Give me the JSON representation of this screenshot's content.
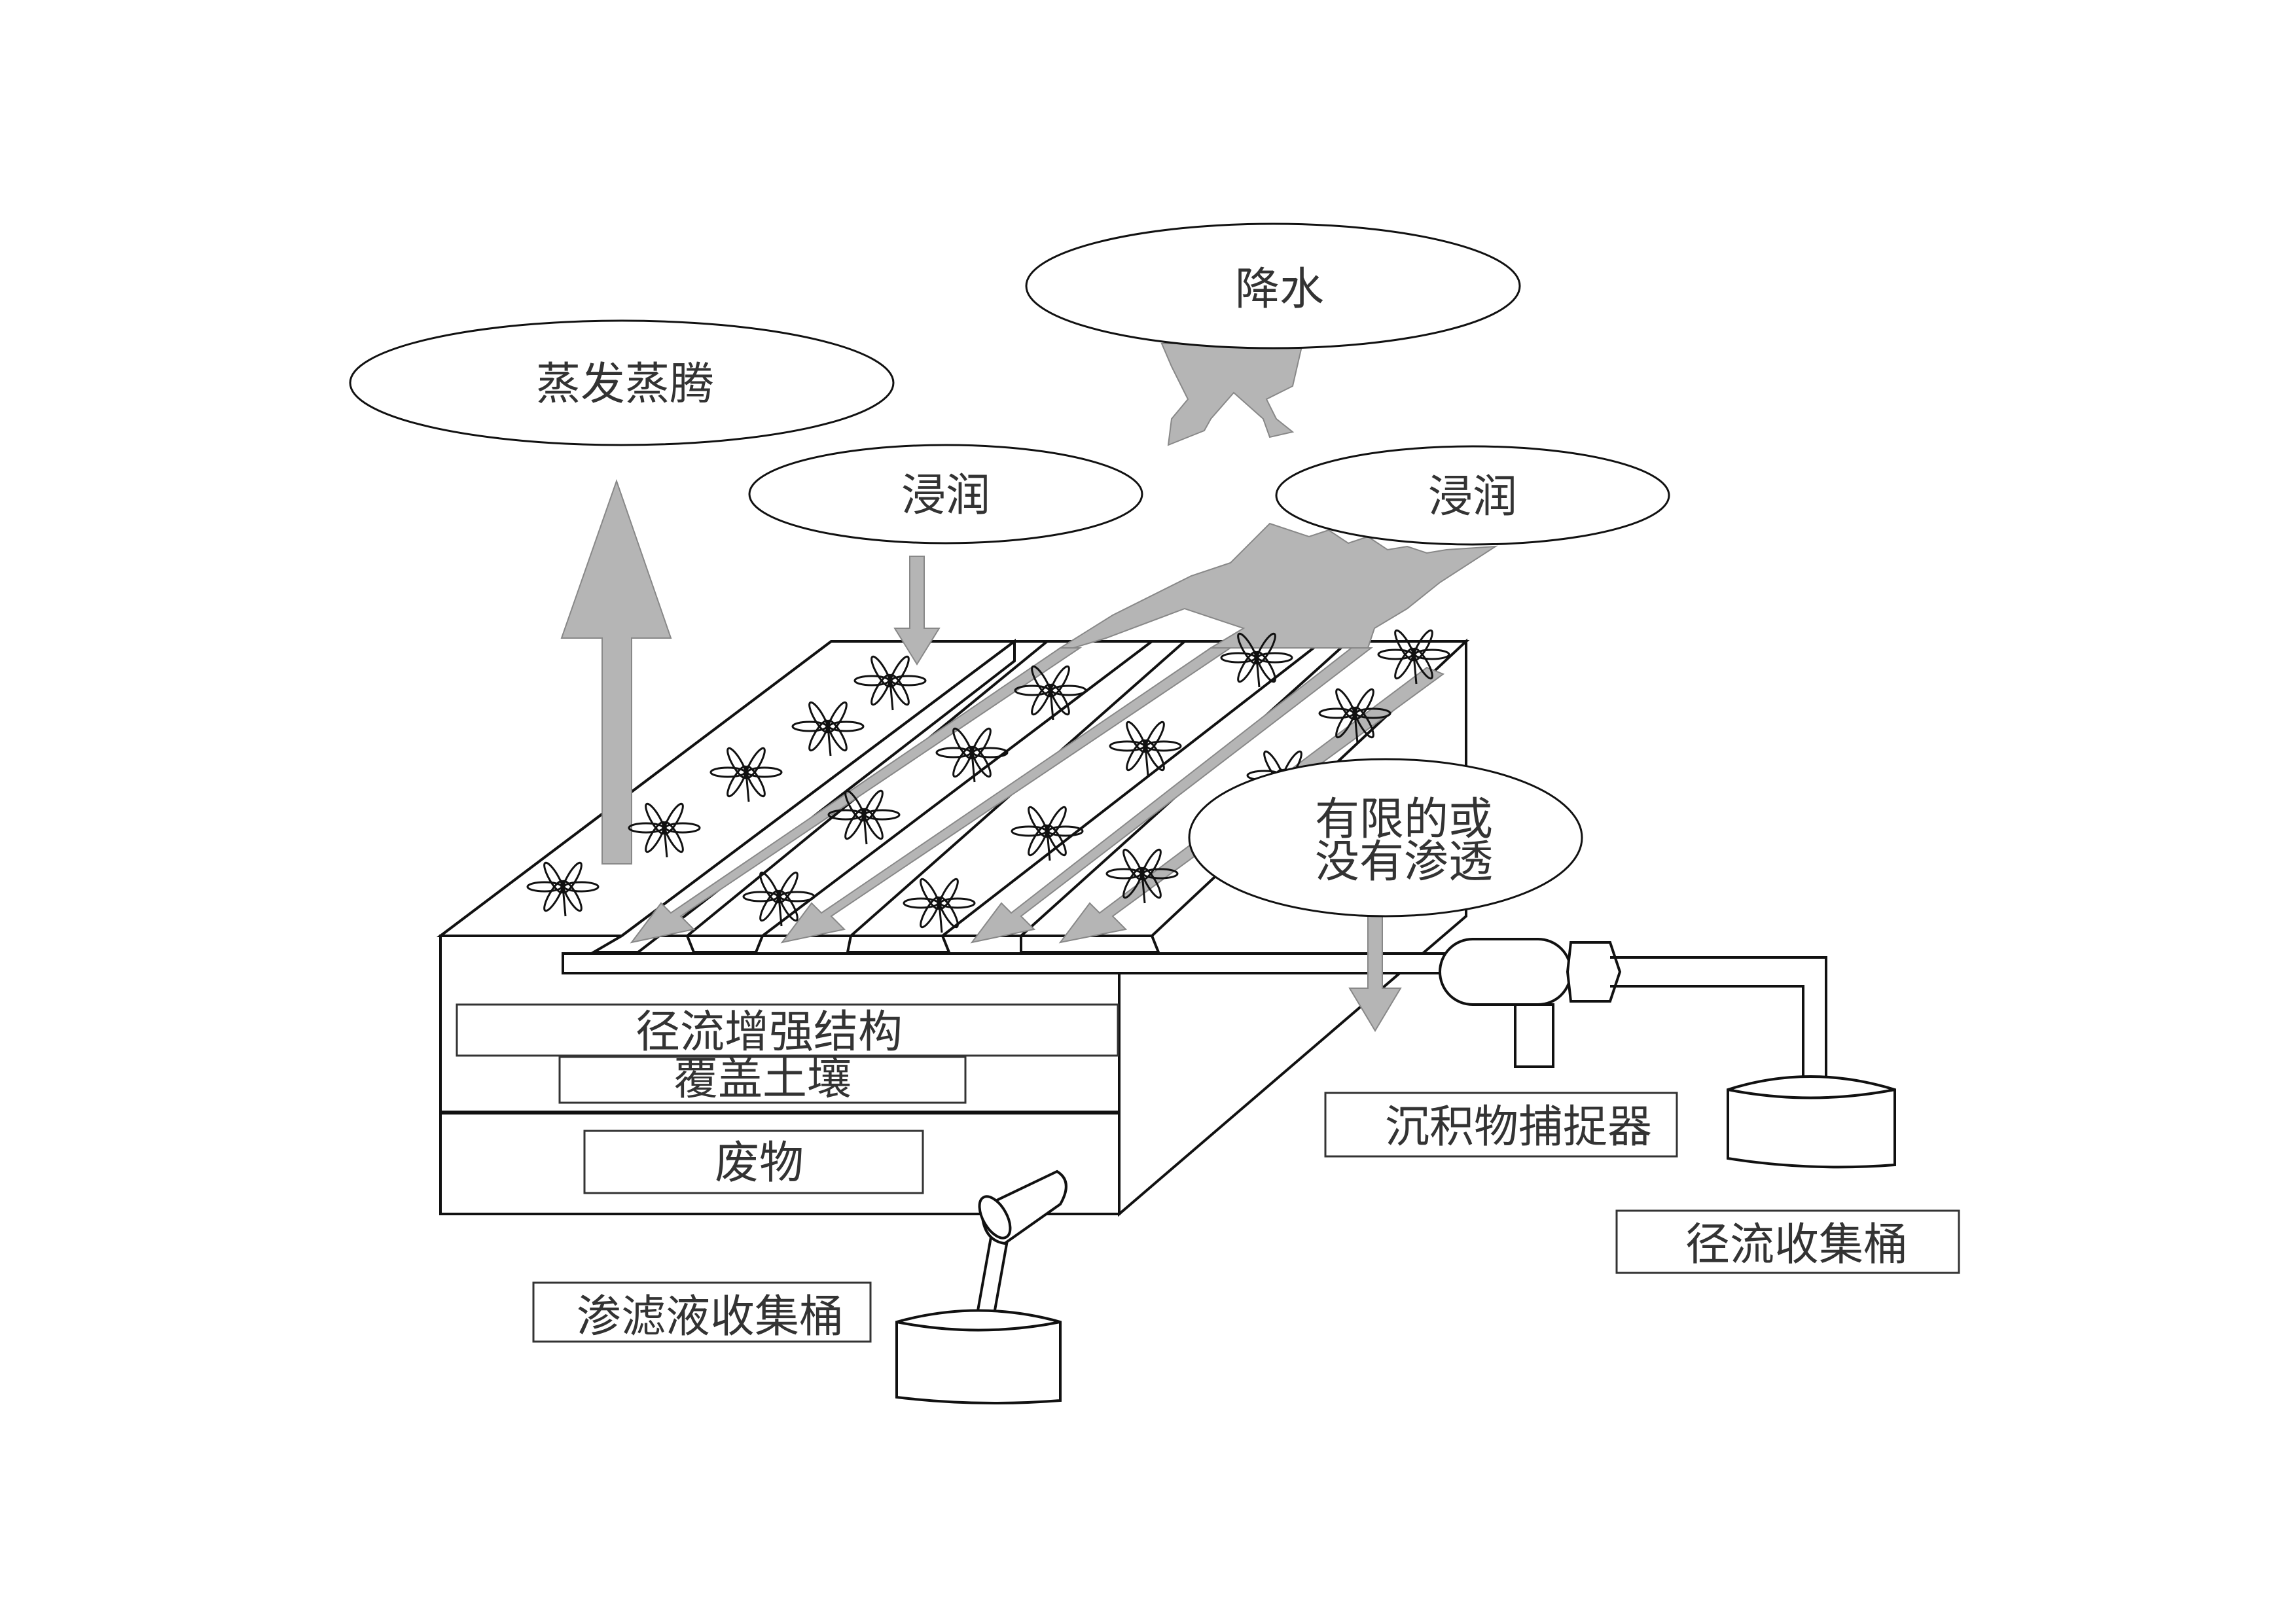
{
  "labels": {
    "precipitation": "降水",
    "evapotranspiration": "蒸发蒸腾",
    "infiltration_left": "浸润",
    "infiltration_right": "浸润",
    "percolation_line1": "有限的或",
    "percolation_line2": "没有渗透",
    "runoff_enhancement": "径流增强结构",
    "cover_soil": "覆盖土壤",
    "waste": "废物",
    "sediment_trap": "沉积物捕捉器",
    "runoff_bucket": "径流收集桶",
    "leachate_bucket": "渗滤液收集桶"
  },
  "colors": {
    "arrow_fill": "#b5b5b5",
    "line": "#111111",
    "text": "#333333"
  }
}
